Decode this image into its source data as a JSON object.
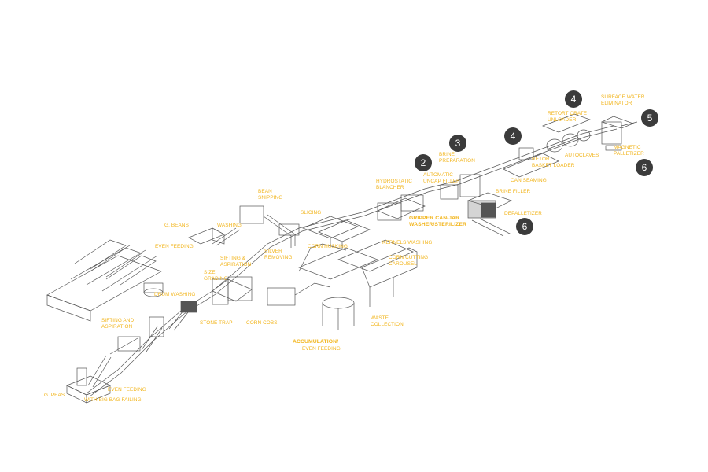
{
  "colors": {
    "label": "#f2b51c",
    "line": "#555555",
    "badge": "#3b3b3b",
    "badge_text": "#ffffff"
  },
  "labels": {
    "surface_water_eliminator": "SURFACE WATER\nELIMINATOR",
    "retort_crate_unloader": "RETORT CRATE\nUNLOADER",
    "magnetic_palletizer": "MAGNETIC\nPALLETIZER",
    "autoclaves": "AUTOCLAVES",
    "retort_basket_loader": "RETORT\nBASKET LOADER",
    "brine_preparation": "BRINE\nPREPARATION",
    "automatic_uncap_filler": "AUTOMATIC\nUNCAP FILLER",
    "can_seaming": "CAN SEAMING",
    "brine_filler": "BRINE FILLER",
    "hydrostatic_blancher": "HYDROSTATIC\nBLANCHER",
    "gripper_washer": "GRIPPER CAN/JAR\nWASHER/STERILIZER",
    "depalletizer": "DEPALLETIZER",
    "bean_snipping": "BEAN\nSNIPPING",
    "g_beans": "G. BEANS",
    "washing": "WASHING",
    "slicing": "SLICING",
    "kernels_washing": "KERNELS WASHING",
    "even_feeding_top": "EVEN FEEDING",
    "sifting_aspiration_top": "SIFTING &\nASPIRATION",
    "silver_removing": "SILVER\nREMOVING",
    "corn_husking": "CORN HUSKING",
    "corn_cutting_carousel": "CORN CUTTING\nCAROUSEL",
    "size_grading": "SIZE\nGRADING",
    "drum_washing": "DRUM WASHING",
    "stone_trap": "STONE TRAP",
    "corn_cobs": "CORN COBS",
    "waste_collection": "WASTE\nCOLLECTION",
    "sifting_aspiration_bottom": "SIFTING AND\nASPIRATION",
    "accumulation": "ACCUMULATION/",
    "even_feeding_accum": "EVEN FEEDING",
    "g_peas": "G. PEAS",
    "even_feeding_bottom": "EVEN FEEDING",
    "big_bag_filling": "WITH BIG BAG FAILING"
  },
  "badges": {
    "b4_top": "4",
    "b5": "5",
    "b6_right": "6",
    "b3": "3",
    "b4_mid": "4",
    "b2": "2",
    "b6_mid": "6"
  }
}
